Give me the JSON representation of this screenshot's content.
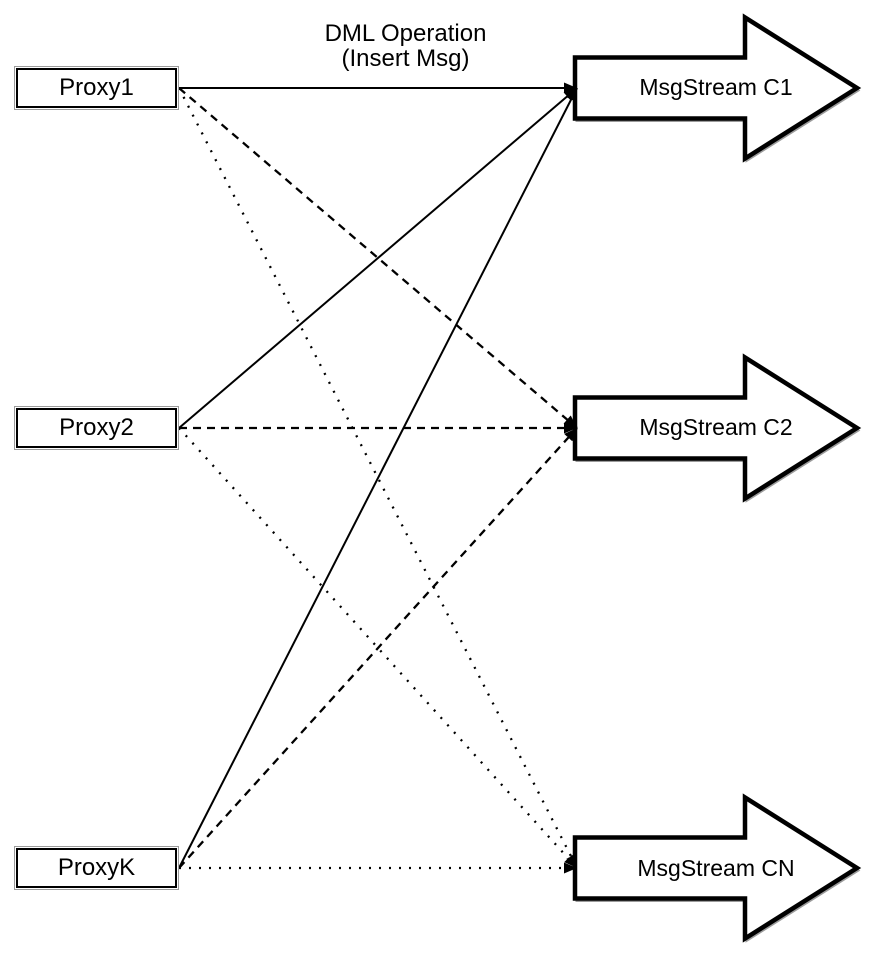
{
  "diagram": {
    "annotation": {
      "line1": "DML Operation",
      "line2": "(Insert Msg)"
    },
    "proxies": [
      {
        "id": "proxy1",
        "label": "Proxy1"
      },
      {
        "id": "proxy2",
        "label": "Proxy2"
      },
      {
        "id": "proxyk",
        "label": "ProxyK"
      }
    ],
    "streams": [
      {
        "id": "c1",
        "label": "MsgStream C1"
      },
      {
        "id": "c2",
        "label": "MsgStream C2"
      },
      {
        "id": "cn",
        "label": "MsgStream CN"
      }
    ],
    "connections": [
      {
        "from": "proxy1",
        "to": "c1",
        "style": "solid"
      },
      {
        "from": "proxy2",
        "to": "c1",
        "style": "solid"
      },
      {
        "from": "proxyk",
        "to": "c1",
        "style": "solid"
      },
      {
        "from": "proxy1",
        "to": "c2",
        "style": "dashed"
      },
      {
        "from": "proxy2",
        "to": "c2",
        "style": "dashed"
      },
      {
        "from": "proxyk",
        "to": "c2",
        "style": "dashed"
      },
      {
        "from": "proxy1",
        "to": "cn",
        "style": "dotted"
      },
      {
        "from": "proxy2",
        "to": "cn",
        "style": "dotted"
      },
      {
        "from": "proxyk",
        "to": "cn",
        "style": "dotted"
      }
    ],
    "colors": {
      "stroke": "#000000",
      "fill": "#ffffff",
      "shadow": "#9b9b9b",
      "background": "#ffffff"
    }
  }
}
